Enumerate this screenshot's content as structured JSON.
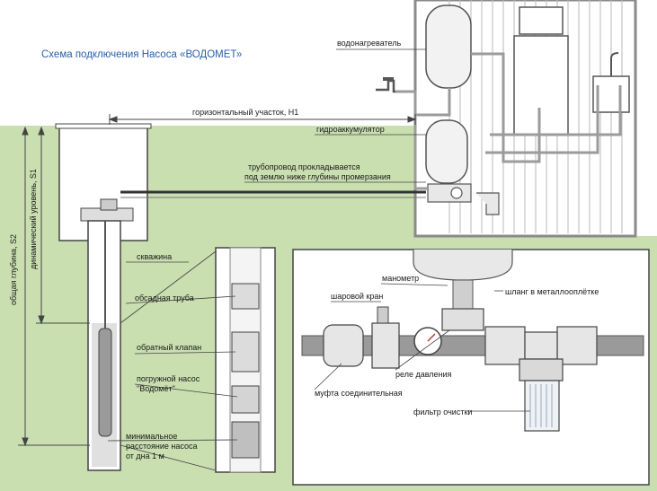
{
  "title": "Схема подключения Насоса «ВОДОМЕТ»",
  "labels": {
    "water_heater": "водонагреватель",
    "horizontal_section": "горизонтальный участок, H1",
    "accumulator": "гидроаккумулятор",
    "pipeline_line1": "трубопровод прокладывается",
    "pipeline_line2": "под землю ниже глубины промерзания",
    "total_depth": "общая глубина, S2",
    "dynamic_level": "динамический уровень, S1",
    "well": "скважина",
    "casing": "обсадная труба",
    "check_valve": "обратный клапан",
    "pump_line1": "погружной насос",
    "pump_line2": "\"Водомёт\"",
    "min_dist_line1": "минимальное",
    "min_dist_line2": "расстояние насоса",
    "min_dist_line3": "от дна 1 м",
    "manometer": "манометр",
    "hose": "шланг в металлооплётке",
    "ball_valve": "шаровой кран",
    "pressure_relay": "реле давления",
    "coupling": "муфта соединительная",
    "filter": "фильтр очистки"
  },
  "colors": {
    "ground": "#c9dfb0",
    "house_wall": "#8a8a8a",
    "title": "#2a5fa8",
    "pipe": "#333333"
  }
}
